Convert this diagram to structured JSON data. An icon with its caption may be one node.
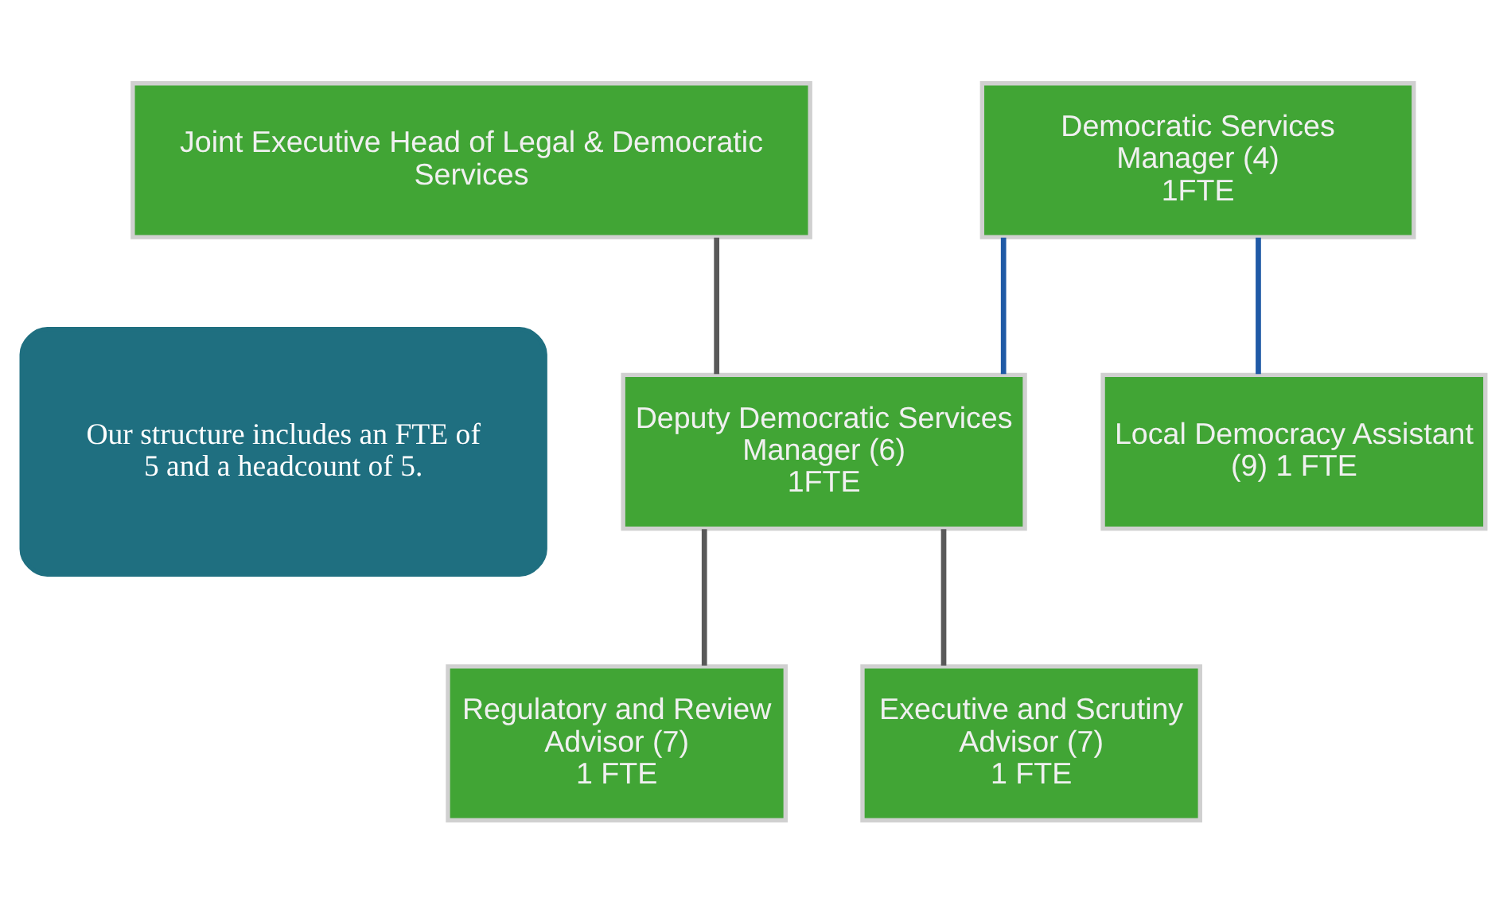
{
  "diagram": {
    "nodes": [
      {
        "text": [
          "Joint Executive Head of Legal & Democratic Services"
        ]
      },
      {
        "text": [
          "Democratic Services Manager (4)",
          "1FTE"
        ]
      },
      {
        "text": [
          "Deputy Democratic Services Manager (6)",
          "1FTE"
        ]
      },
      {
        "text": [
          "Local Democracy Assistant (9) 1 FTE"
        ]
      },
      {
        "text": [
          "Our structure includes an FTE of 5 and a headcount of 5."
        ]
      },
      {
        "text": [
          "Regulatory and Review Advisor (7)",
          "1 FTE"
        ]
      },
      {
        "text": [
          "Executive and Scrutiny Advisor (7)",
          "1 FTE"
        ]
      }
    ],
    "edges": [
      {
        "from": 1,
        "to": 2,
        "arrow": "none",
        "color": "#1f5aa6"
      },
      {
        "from": 1,
        "to": 3,
        "arrow": "none",
        "color": "#1f5aa6"
      },
      {
        "from": 0,
        "to": 2,
        "arrow": "none"
      },
      {
        "from": 2,
        "to": 5,
        "arrow": "none"
      },
      {
        "from": 2,
        "to": 6,
        "arrow": "none"
      }
    ]
  }
}
